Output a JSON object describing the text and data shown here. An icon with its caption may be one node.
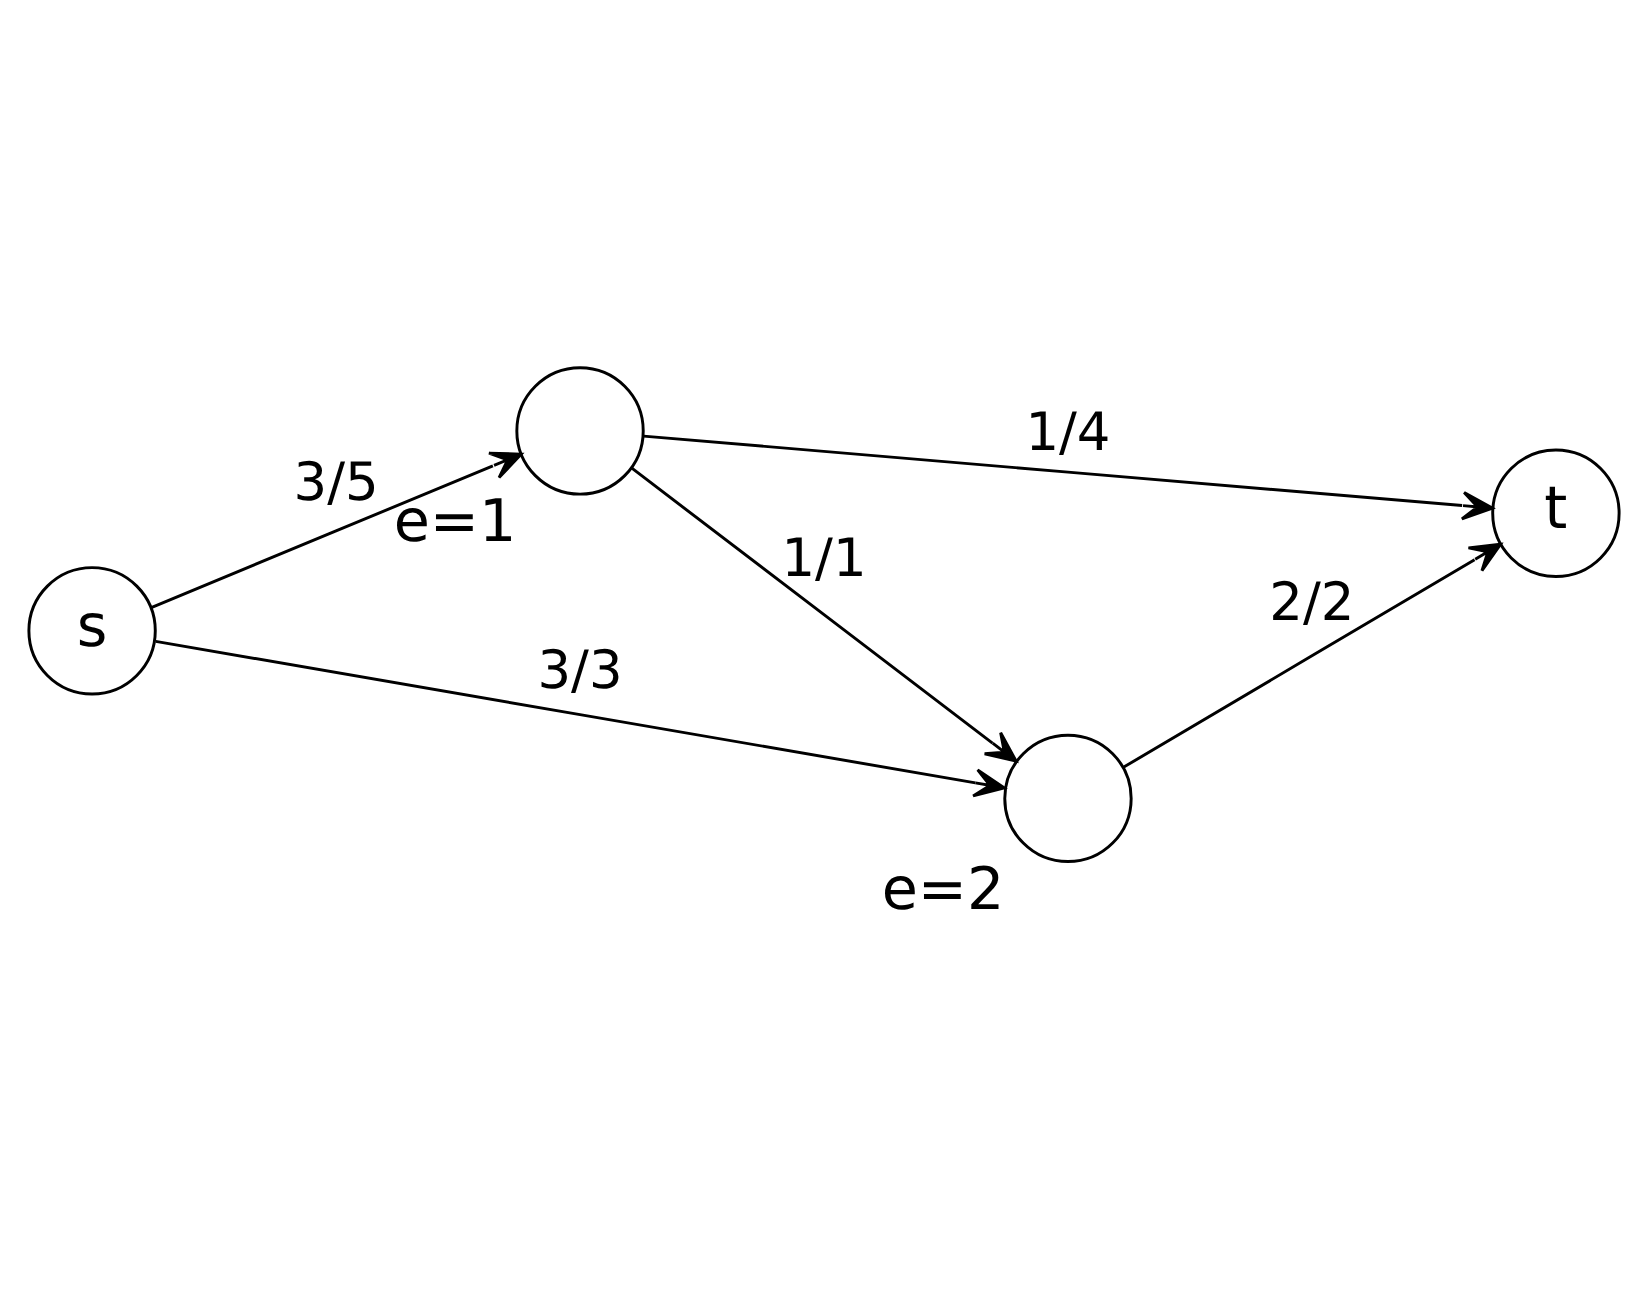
{
  "diagram": {
    "nodes": [
      {
        "text": [
          "s"
        ]
      },
      {
        "text": [],
        "shape": "circle",
        "beside": [
          "e=1"
        ]
      },
      {
        "text": [],
        "shape": "circle",
        "beside": [
          "e=2"
        ]
      },
      {
        "text": [
          "t"
        ]
      }
    ],
    "edges": [
      {
        "from": 0,
        "to": 1,
        "arrow": "to",
        "label": "3/5"
      },
      {
        "from": 0,
        "to": 2,
        "arrow": "to",
        "label": "3/3"
      },
      {
        "from": 1,
        "to": 3,
        "arrow": "to",
        "label": "1/4"
      },
      {
        "from": 1,
        "to": 2,
        "arrow": "to",
        "label": "1/1"
      },
      {
        "from": 2,
        "to": 3,
        "arrow": "to",
        "label": "2/2"
      }
    ]
  }
}
